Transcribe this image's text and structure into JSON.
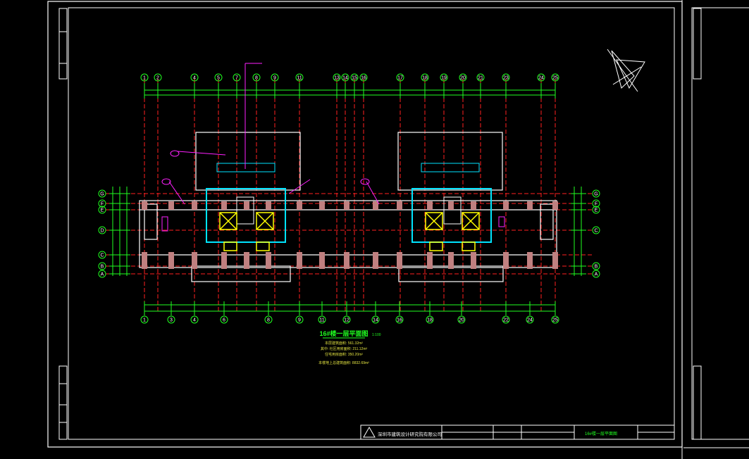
{
  "drawing": {
    "title": "16#楼一层平面图",
    "scale": "1:100",
    "areas": [
      "本层建筑面积: 561.32m²",
      "其中: 社区用房面积: 211.12m²",
      "住宅用房面积: 350.20m²",
      "本楼地上总建筑面积: 8832.69m²"
    ]
  },
  "axes": {
    "top": [
      "1",
      "2",
      "4",
      "5",
      "7",
      "8",
      "9",
      "11",
      "13",
      "14",
      "15",
      "16",
      "17",
      "18",
      "19",
      "20",
      "21",
      "23",
      "24",
      "25"
    ],
    "bottom": [
      "1",
      "3",
      "4",
      "6",
      "8",
      "9",
      "11",
      "12",
      "14",
      "16",
      "18",
      "20",
      "22",
      "24",
      "25"
    ],
    "left": [
      "G",
      "F",
      "E",
      "D",
      "C",
      "B",
      "A"
    ],
    "right": [
      "G",
      "F",
      "E",
      "C",
      "B",
      "A"
    ]
  },
  "title_block": {
    "company": "深圳市建筑设计研究院有限公司",
    "sheet_name": "16#楼一层平面图"
  },
  "colors": {
    "grid": "#ff2020",
    "dims": "#20ff20",
    "walls": "#ffffff",
    "core": "#00e5ff",
    "columns": "#c08080",
    "annotation": "#ff20ff",
    "elevator": "#ffff00"
  }
}
